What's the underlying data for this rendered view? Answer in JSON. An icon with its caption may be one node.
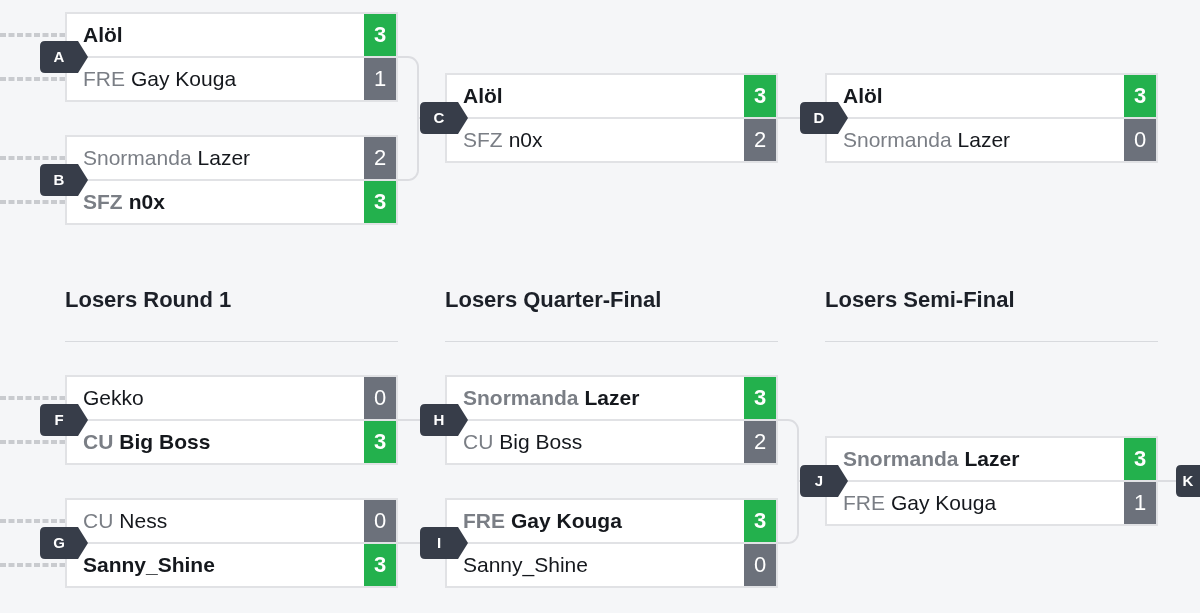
{
  "diagram": {
    "nodes": [
      {
        "text": [
          "A"
        ]
      },
      {
        "text": [
          "Alöl",
          "3"
        ],
        "in": 0
      },
      {
        "text": [
          "FRE",
          "Gay Kouga",
          "1"
        ],
        "in": 0
      },
      {
        "text": [
          "B"
        ]
      },
      {
        "text": [
          "Snormanda",
          "Lazer",
          "2"
        ],
        "in": 3
      },
      {
        "text": [
          "SFZ",
          "n0x",
          "3"
        ],
        "in": 3
      },
      {
        "text": [
          "C"
        ]
      },
      {
        "text": [
          "Alöl",
          "3"
        ],
        "in": 6
      },
      {
        "text": [
          "SFZ",
          "n0x",
          "2"
        ],
        "in": 6
      },
      {
        "text": [
          "D"
        ]
      },
      {
        "text": [
          "Alöl",
          "3"
        ],
        "in": 9
      },
      {
        "text": [
          "Snormanda",
          "Lazer",
          "0"
        ],
        "in": 9
      },
      {
        "text": [
          "F"
        ]
      },
      {
        "text": [
          "Gekko",
          "0"
        ],
        "in": 12
      },
      {
        "text": [
          "CU",
          "Big Boss",
          "3"
        ],
        "in": 12
      },
      {
        "text": [
          "G"
        ]
      },
      {
        "text": [
          "CU",
          "Ness",
          "0"
        ],
        "in": 15
      },
      {
        "text": [
          "Sanny_Shine",
          "3"
        ],
        "in": 15
      },
      {
        "text": [
          "H"
        ]
      },
      {
        "text": [
          "Snormanda",
          "Lazer",
          "3"
        ],
        "in": 18
      },
      {
        "text": [
          "CU",
          "Big Boss",
          "2"
        ],
        "in": 18
      },
      {
        "text": [
          "I"
        ]
      },
      {
        "text": [
          "FRE",
          "Gay Kouga",
          "3"
        ],
        "in": 21
      },
      {
        "text": [
          "Sanny_Shine",
          "0"
        ],
        "in": 21
      },
      {
        "text": [
          "J"
        ]
      },
      {
        "text": [
          "Snormanda",
          "Lazer",
          "3"
        ],
        "in": 24
      },
      {
        "text": [
          "FRE",
          "Gay Kouga",
          "1"
        ],
        "in": 24
      },
      {
        "text": [
          "K"
        ]
      }
    ],
    "edges": [
      {
        "from": null,
        "to": 1,
        "arrow": "none",
        "style": "dashed"
      },
      {
        "from": null,
        "to": 2,
        "arrow": "none",
        "style": "dashed"
      },
      {
        "from": null,
        "to": 4,
        "arrow": "none",
        "style": "dashed"
      },
      {
        "from": null,
        "to": 5,
        "arrow": "none",
        "style": "dashed"
      },
      {
        "from": 0,
        "to": 6,
        "arrow": "none"
      },
      {
        "from": 3,
        "to": 6,
        "arrow": "none"
      },
      {
        "from": 6,
        "to": 9,
        "arrow": "none"
      },
      {
        "from": null,
        "to": 13,
        "arrow": "none",
        "style": "dashed"
      },
      {
        "from": null,
        "to": 14,
        "arrow": "none",
        "style": "dashed"
      },
      {
        "from": null,
        "to": 16,
        "arrow": "none",
        "style": "dashed"
      },
      {
        "from": null,
        "to": 17,
        "arrow": "none",
        "style": "dashed"
      },
      {
        "from": 12,
        "to": 18,
        "arrow": "none"
      },
      {
        "from": 15,
        "to": 21,
        "arrow": "none"
      },
      {
        "from": 18,
        "to": 24,
        "arrow": "none"
      },
      {
        "from": 21,
        "to": 24,
        "arrow": "none"
      },
      {
        "from": 24,
        "to": 27,
        "arrow": "none"
      }
    ],
    "labels": [
      "Losers Round 1",
      "Losers Quarter-Final",
      "Losers Semi-Final"
    ]
  }
}
